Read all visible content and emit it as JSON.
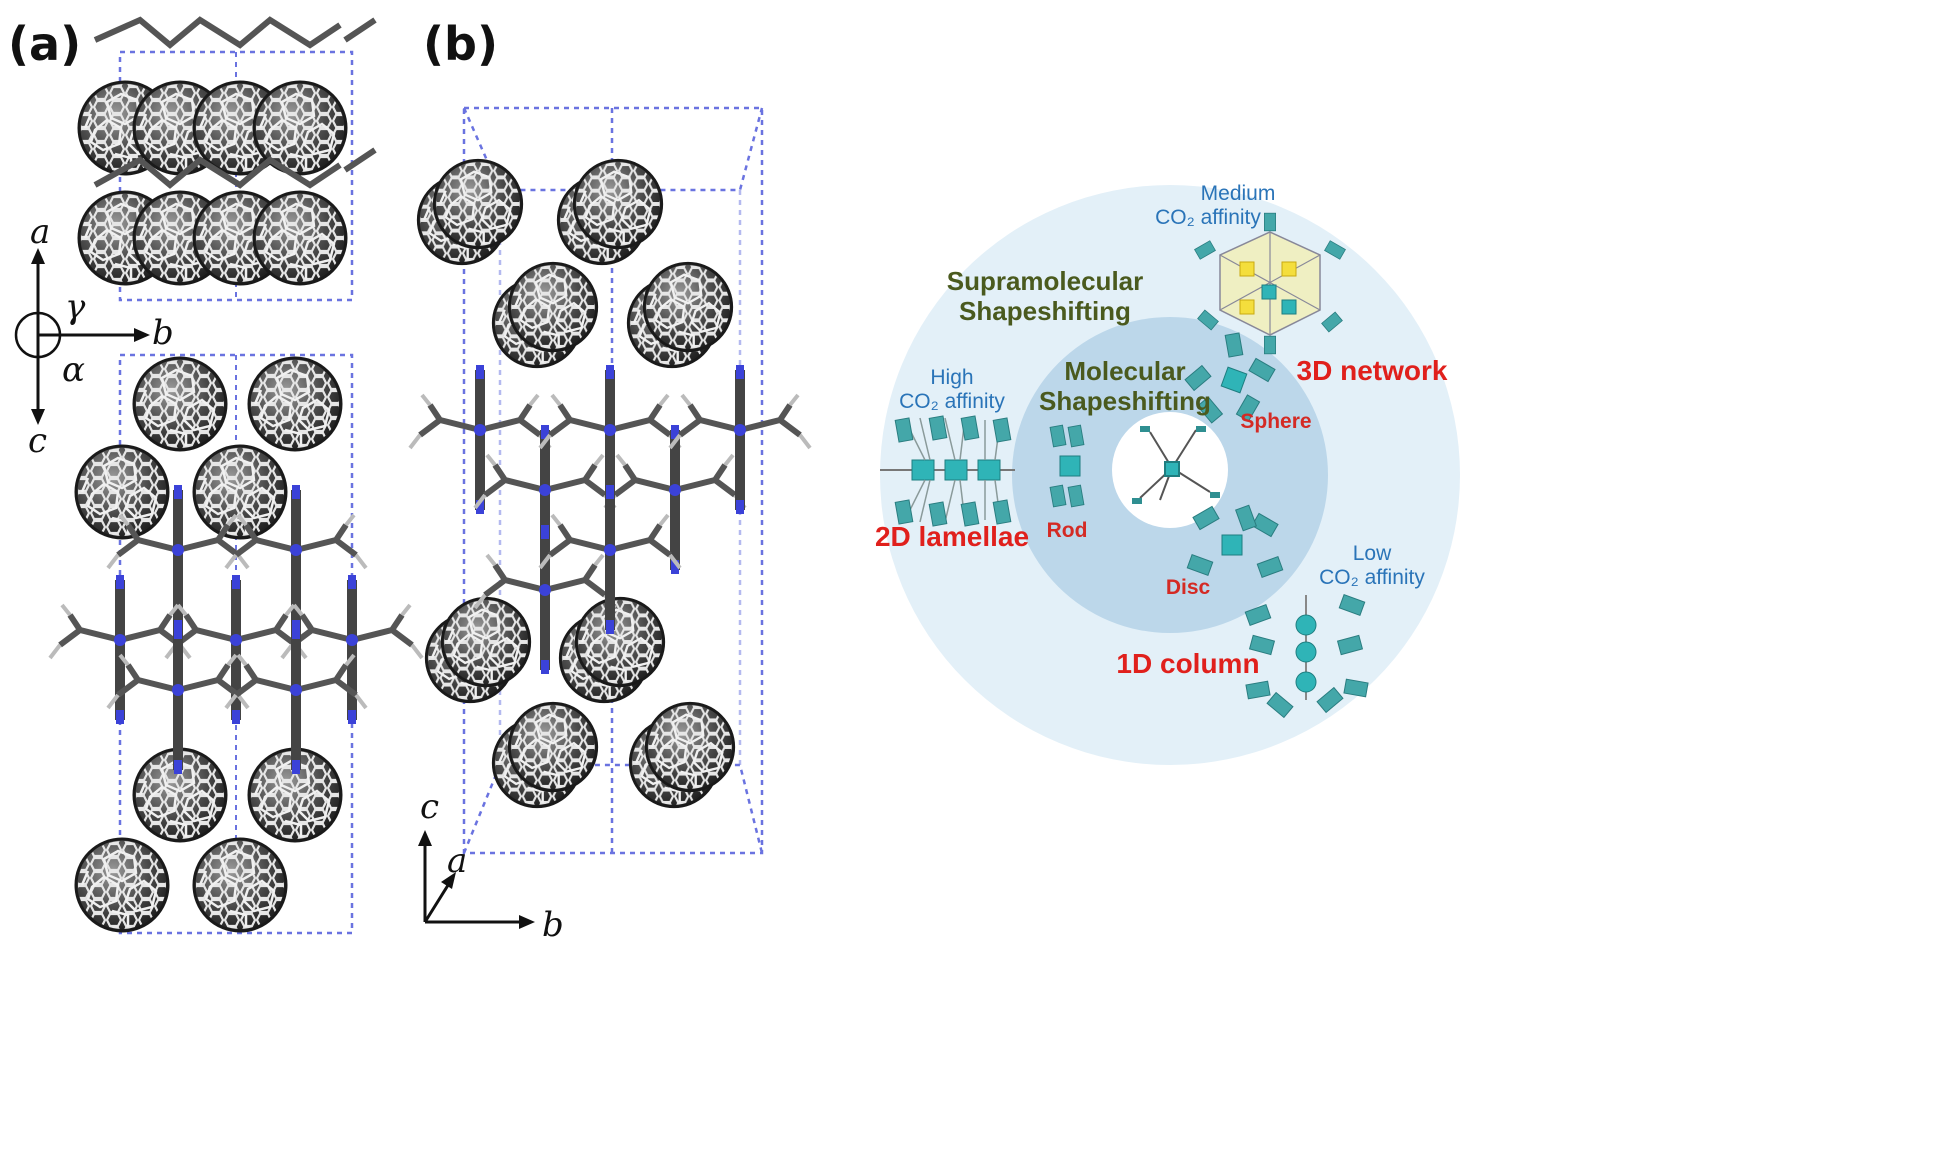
{
  "panels": {
    "a": {
      "label": "(a)",
      "axes": {
        "a": "a",
        "b": "b",
        "c": "c",
        "gamma": "γ",
        "alpha": "α"
      }
    },
    "b": {
      "label": "(b)",
      "axes": {
        "c": "c",
        "a": "a",
        "b": "b"
      }
    }
  },
  "diagram": {
    "supramolecular_1": "Supramolecular",
    "supramolecular_2": "Shapeshifting",
    "molecular_1": "Molecular",
    "molecular_2": "Shapeshifting",
    "medium_1": "Medium",
    "medium_2": "CO₂ affinity",
    "high_1": "High",
    "high_2": "CO₂ affinity",
    "low_1": "Low",
    "low_2": "CO₂ affinity",
    "network": "3D network",
    "lamellae": "2D lamellae",
    "column": "1D column",
    "sphere": "Sphere",
    "rod": "Rod",
    "disc": "Disc"
  },
  "colors": {
    "cell_border": "#6a73e0",
    "fullerene": "#3a3a3a",
    "nitrogen": "#3b42d8",
    "outer_ring": "#e3f0f8",
    "middle_ring": "#bcd7ea",
    "cyan_unit": "#2fb4b7",
    "yellow_unit": "#f4de3c"
  }
}
